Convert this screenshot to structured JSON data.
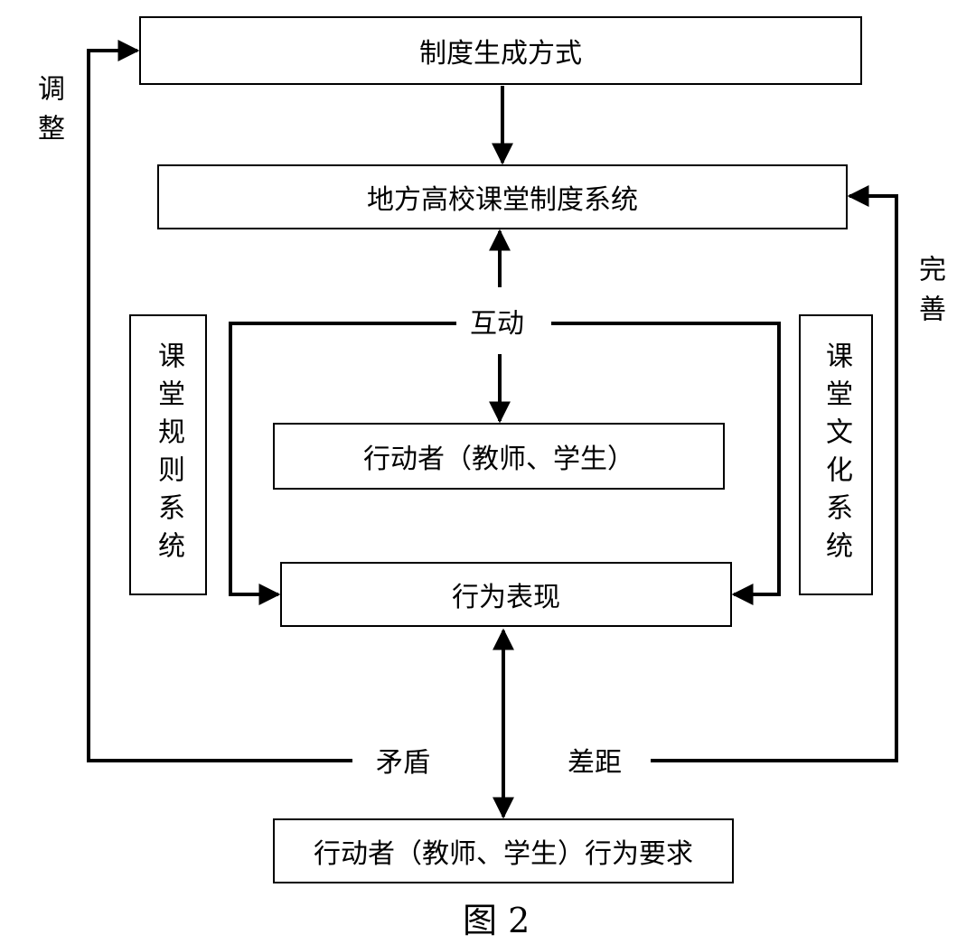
{
  "boxes": {
    "generation": "制度生成方式",
    "system": "地方高校课堂制度系统",
    "actors": "行动者（教师、学生）",
    "behavior": "行为表现",
    "requirements": "行动者（教师、学生）行为要求",
    "rules": "课堂规则系统",
    "culture": "课堂文化系统"
  },
  "labels": {
    "adjust": "调整",
    "improve": "完善",
    "interaction": "互动",
    "contradiction": "矛盾",
    "gap": "差距"
  },
  "caption": "图 2"
}
